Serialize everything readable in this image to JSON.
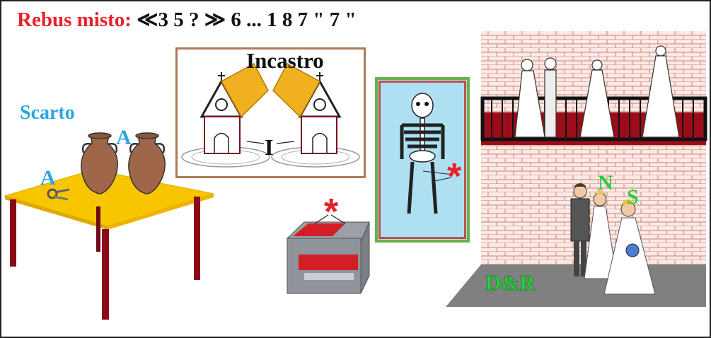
{
  "title": {
    "label": "Rebus misto:",
    "formula": "≪3 5 ? ≫ 6 ... 1 8 7 \" 7 \""
  },
  "scarto": {
    "label": "Scarto",
    "letter_vases": "A",
    "letter_keys": "A"
  },
  "incastro": {
    "label": "Incastro",
    "letter": "I"
  },
  "battery_asterisk": "*",
  "skeleton_asterisk": "*",
  "wedding": {
    "letter_n": "N",
    "letter_s": "S",
    "label": "D&R"
  },
  "colors": {
    "title_red": "#e8202a",
    "hint_blue": "#2aa6df",
    "hint_green": "#2ecc40",
    "table_yellow": "#f8c600",
    "table_legs": "#8b0a1a",
    "skeleton_bg": "#aee0f2",
    "brick": "#c98272"
  }
}
